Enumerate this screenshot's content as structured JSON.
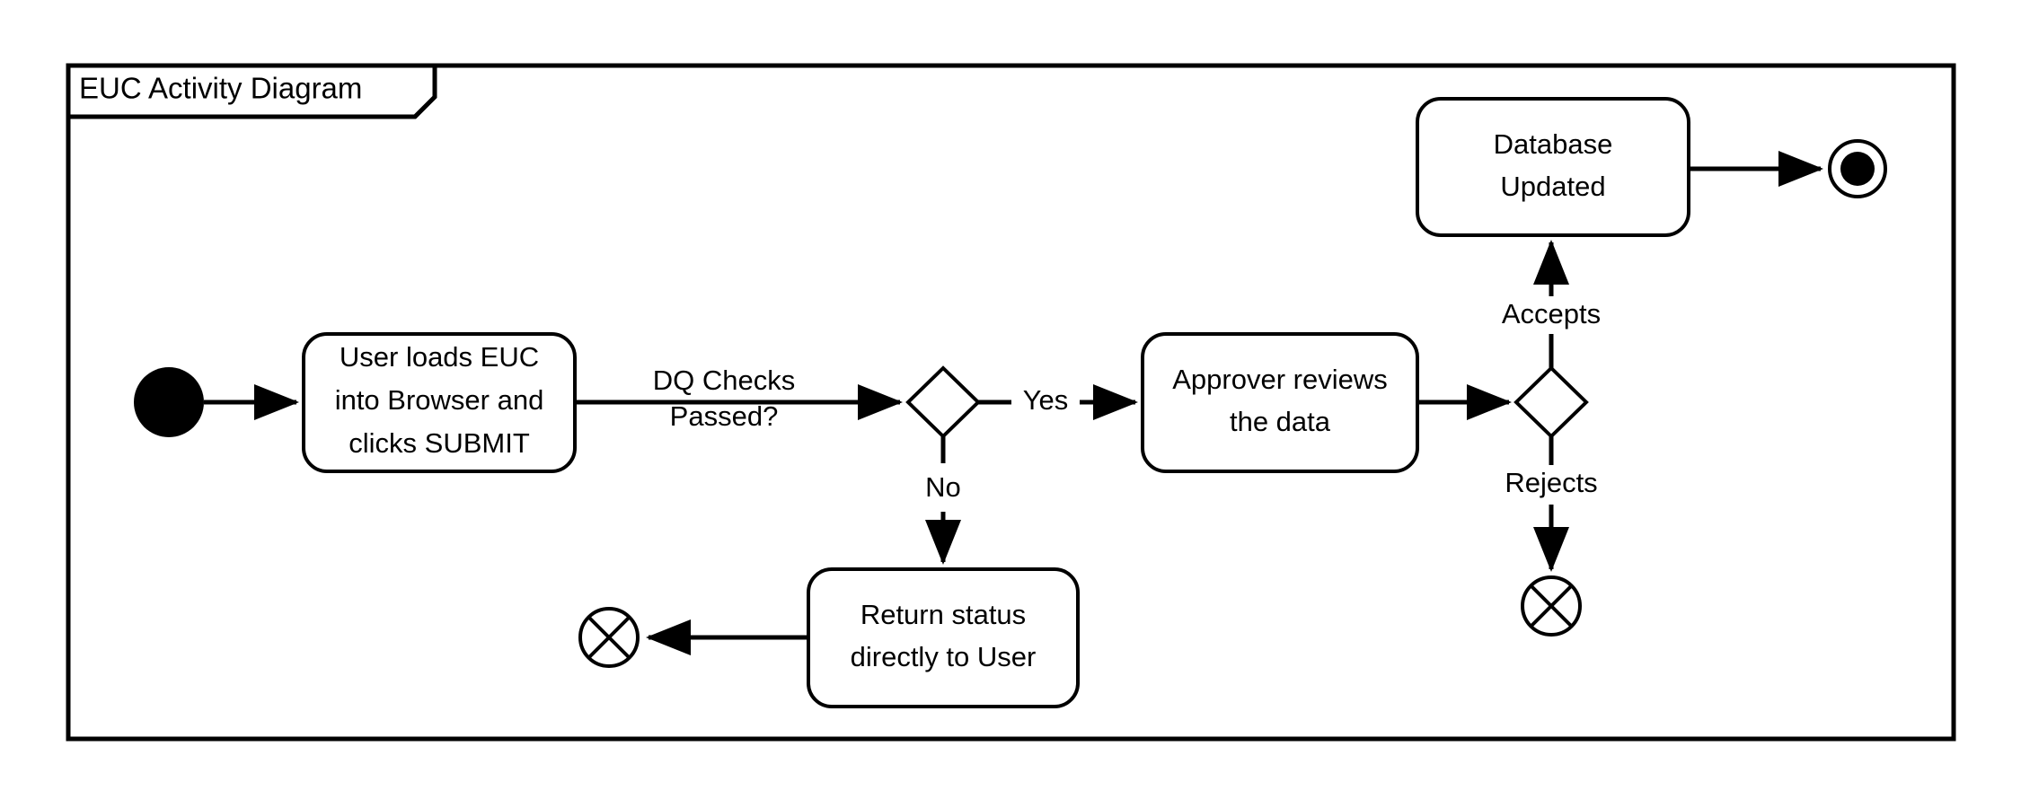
{
  "frame": {
    "title": "EUC Activity Diagram"
  },
  "nodes": {
    "initial": {
      "name": "initial-node",
      "label": ""
    },
    "activity_submit": {
      "lines": [
        "User loads EUC",
        "into Browser and",
        "clicks SUBMIT"
      ]
    },
    "decision_dq": {
      "label": ""
    },
    "activity_approver": {
      "lines": [
        "Approver reviews",
        "the data"
      ]
    },
    "decision_approval": {
      "label": ""
    },
    "activity_database": {
      "lines": [
        "Database",
        "Updated"
      ]
    },
    "activity_return": {
      "lines": [
        "Return status",
        "directly to User"
      ]
    },
    "final": {
      "label": ""
    },
    "flow_final_reject": {
      "label": ""
    },
    "flow_final_return": {
      "label": ""
    }
  },
  "edge_labels": {
    "dq_checks": {
      "lines": [
        "DQ Checks",
        "Passed?"
      ]
    },
    "yes": "Yes",
    "no": "No",
    "accepts": "Accepts",
    "rejects": "Rejects"
  },
  "colors": {
    "stroke": "#000000",
    "fill": "#ffffff",
    "background": "#ffffff"
  }
}
